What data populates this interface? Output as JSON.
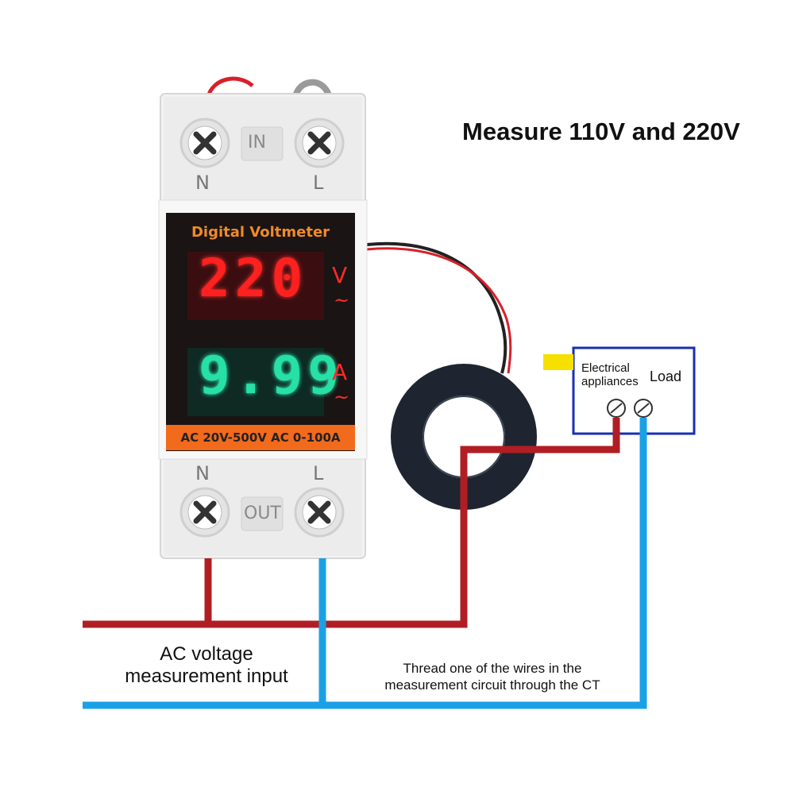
{
  "title": "Measure 110V and 220V",
  "device": {
    "display_title": "Digital Voltmeter",
    "voltage_reading": "220",
    "current_reading": "9.99",
    "voltage_unit": "V",
    "current_unit": "A",
    "ac_symbol": "~",
    "range_label": "AC 20V-500V AC 0-100A",
    "top_label": "IN",
    "bottom_label": "OUT",
    "terminal_n": "N",
    "terminal_l": "L"
  },
  "labels": {
    "ac_input_line1": "AC voltage",
    "ac_input_line2": "measurement input",
    "ct_note_line1": "Thread one of the wires in the",
    "ct_note_line2": "measurement circuit through the CT",
    "appliance_line1": "Electrical",
    "appliance_line2": "appliances",
    "load": "Load"
  },
  "colors": {
    "live_wire": "#b01e23",
    "neutral_wire": "#1aa0e6",
    "load_box_border": "#1a2fb0",
    "yellow_tag": "#f5e000",
    "display_bg": "#1a1414",
    "range_bar": "#f26a1b",
    "voltage_digits": "#ff2020",
    "current_digits": "#26e0a6"
  }
}
